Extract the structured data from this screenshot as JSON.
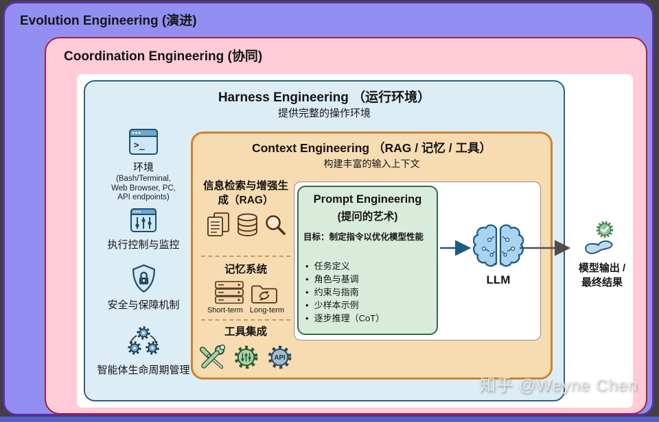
{
  "evolution": {
    "title": "Evolution Engineering (演进)"
  },
  "coordination": {
    "title": "Coordination Engineering (协同)"
  },
  "harness": {
    "title": "Harness Engineering （运行环境）",
    "subtitle": "提供完整的操作环境",
    "items": [
      {
        "icon": "terminal-window-icon",
        "label": "环境",
        "sub1": "(Bash/Terminal,",
        "sub2": "Web Browser, PC,",
        "sub3": "API endpoints)"
      },
      {
        "icon": "control-sliders-icon",
        "label": "执行控制与监控"
      },
      {
        "icon": "shield-lock-icon",
        "label": "安全与保障机制"
      },
      {
        "icon": "lifecycle-gears-icon",
        "label": "智能体生命周期管理"
      }
    ]
  },
  "context": {
    "title": "Context Engineering （RAG / 记忆 / 工具）",
    "subtitle": "构建丰富的输入上下文",
    "rag": {
      "line1": "信息检索与增强生",
      "line2": "成（RAG）",
      "icons": [
        "documents-icon",
        "database-icon",
        "magnifier-icon"
      ]
    },
    "memory": {
      "title": "记忆系统",
      "items": [
        {
          "icon": "server-stack-icon",
          "label": "Short-term"
        },
        {
          "icon": "sync-folder-icon",
          "label": "Long-term"
        }
      ]
    },
    "tools": {
      "title": "工具集成",
      "icons": [
        "wrench-screwdriver-icon",
        "gear-sliders-icon",
        "api-gear-icon"
      ]
    }
  },
  "prompt": {
    "title1": "Prompt Engineering",
    "title2": "(提问的艺术)",
    "goal": "目标：制定指令以优化模型性能",
    "bullets": [
      "任务定义",
      "角色与基调",
      "约束与指南",
      "少样本示例",
      "逐步推理（CoT）"
    ]
  },
  "llm": {
    "icon": "brain-icon",
    "label": "LLM"
  },
  "output": {
    "icon": "hand-holding-badge-icon",
    "line1": "模型输出 /",
    "line2": "最终结果"
  },
  "watermark": "知乎 @Weyne Chen",
  "colors": {
    "evolution_fill": "#938ff2",
    "evolution_border": "#5b2fa8",
    "coordination_fill": "#ffccd8",
    "coordination_border": "#a62038",
    "harness_fill": "#dcedf6",
    "harness_border": "#2f617a",
    "context_fill": "#f7dcb2",
    "context_border": "#d0812e",
    "prompt_fill": "#d9ecdb",
    "prompt_border": "#2d6b45",
    "brain_fill": "#a9d4ef",
    "brain_stroke": "#1c5a85",
    "tan_icon_fill": "#f2d6ac",
    "tan_icon_stroke": "#503218",
    "green_icon_fill": "#a5d6a7",
    "arrow_blue": "#1e5a80",
    "arrow_gray": "#4d4d4d",
    "bottom_strip": "#5560c8"
  }
}
